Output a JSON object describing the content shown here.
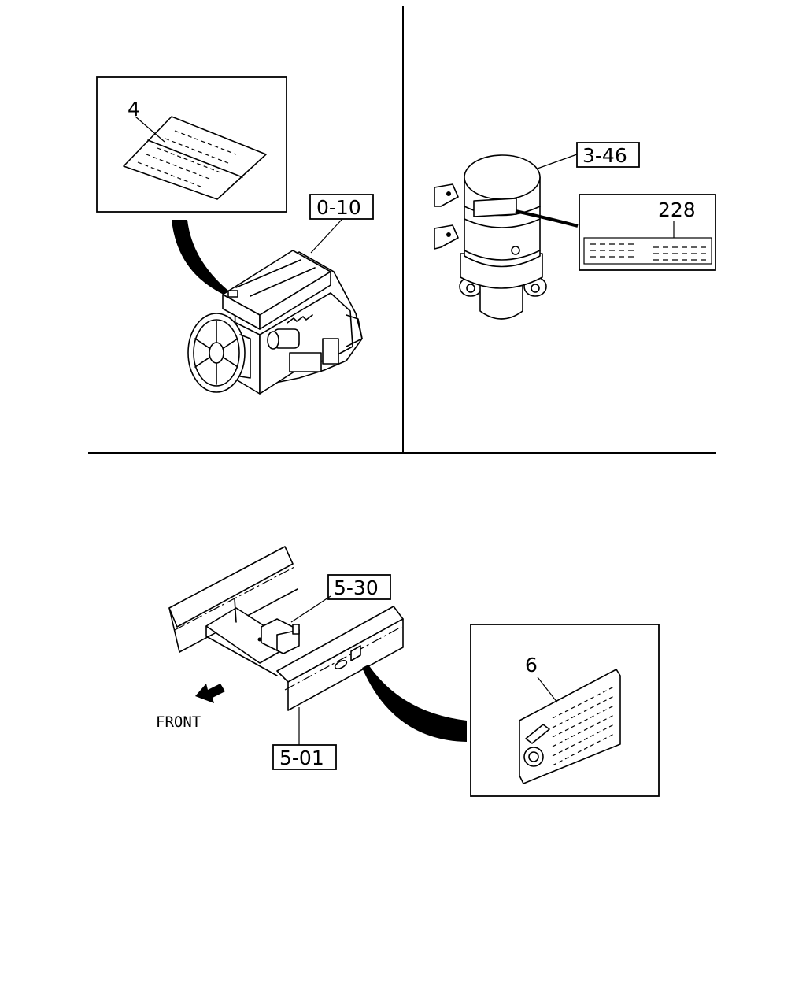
{
  "callouts": {
    "engine_label_item": "4",
    "engine_ref": "0-10",
    "coil_ref": "3-46",
    "coil_label_item": "228",
    "frame_part_ref": "5-30",
    "frame_ref": "5-01",
    "frame_label_item": "6"
  },
  "direction_label": "FRONT"
}
